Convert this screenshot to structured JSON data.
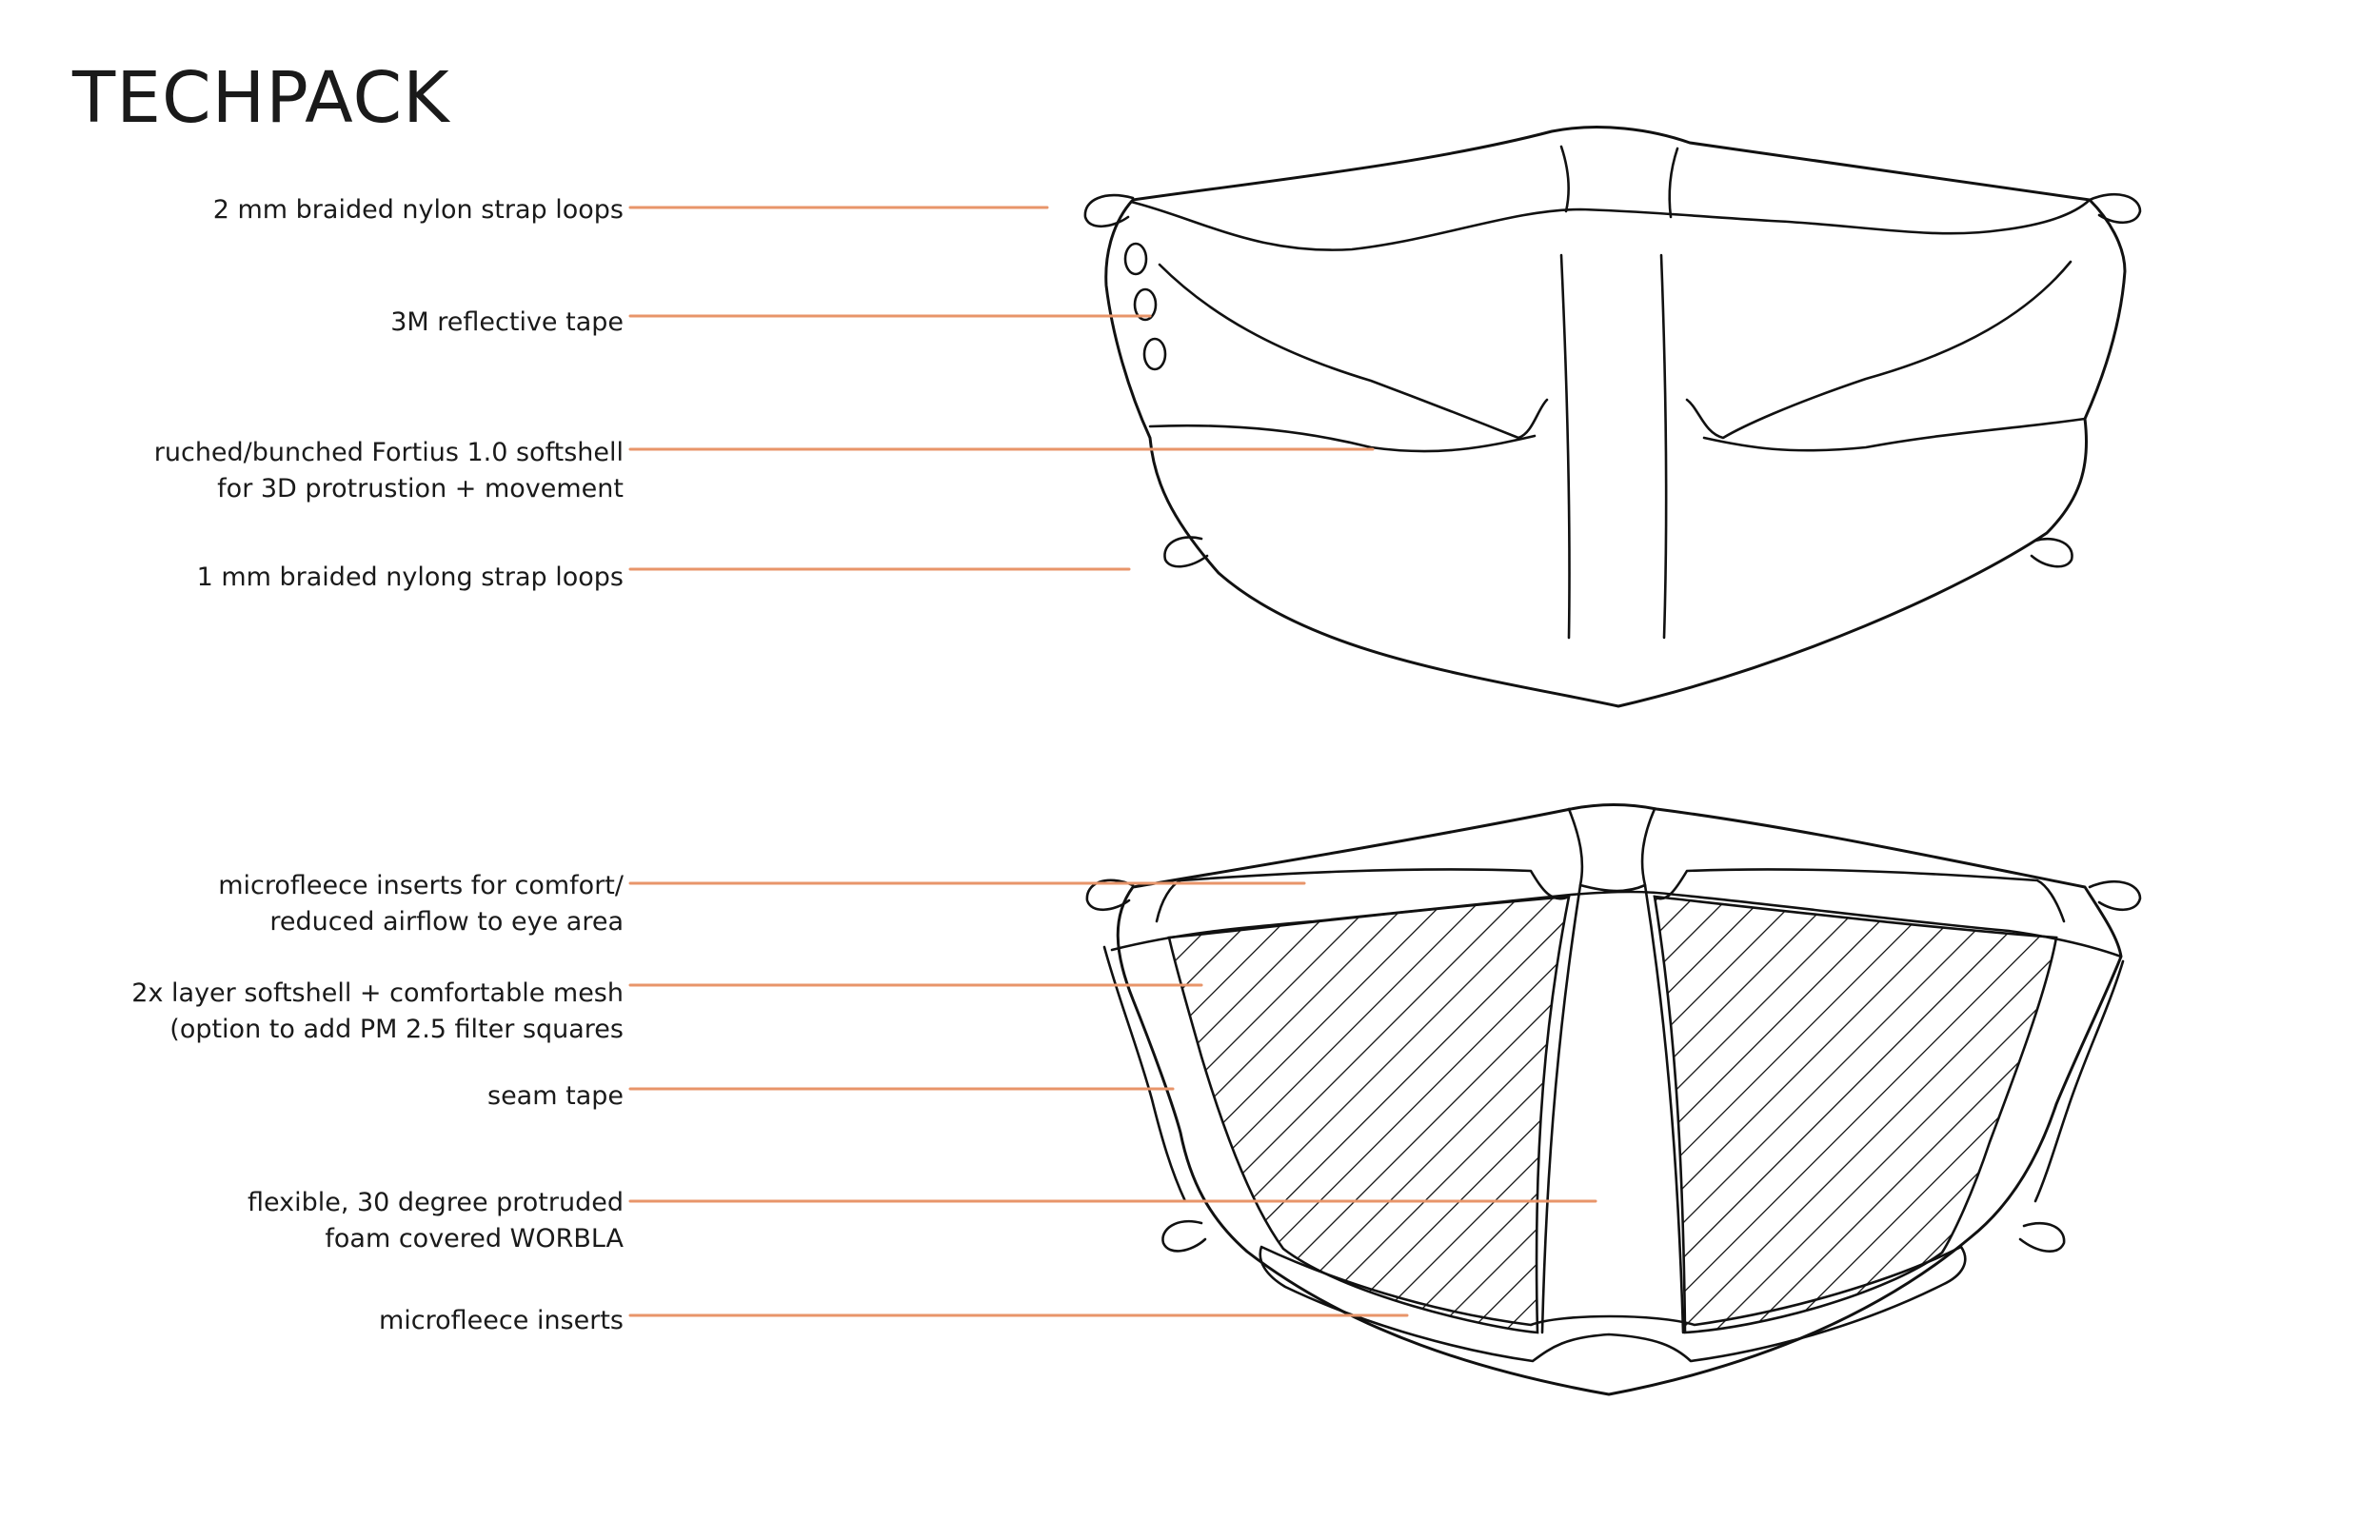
{
  "title": "TECHPACK",
  "colors": {
    "leader": "#e8956a",
    "ink": "#111111"
  },
  "front_view": {
    "callouts": [
      {
        "id": "strap-loops-2mm",
        "lines": [
          "2 mm braided nylon strap loops"
        ]
      },
      {
        "id": "reflective-tape",
        "lines": [
          "3M reflective tape"
        ]
      },
      {
        "id": "softshell",
        "lines": [
          "ruched/bunched Fortius 1.0 softshell",
          "for 3D protrustion + movement"
        ]
      },
      {
        "id": "strap-loops-1mm",
        "lines": [
          "1 mm braided nylong strap loops"
        ]
      }
    ]
  },
  "inner_view": {
    "callouts": [
      {
        "id": "microfleece-eye",
        "lines": [
          "microfleece inserts for comfort/",
          "reduced airflow to eye area"
        ]
      },
      {
        "id": "mesh",
        "lines": [
          "2x layer softshell + comfortable mesh",
          "(option to add PM 2.5 filter squares"
        ]
      },
      {
        "id": "seam-tape",
        "lines": [
          "seam tape"
        ]
      },
      {
        "id": "worbla",
        "lines": [
          "flexible, 30 degree protruded",
          "foam covered WORBLA"
        ]
      },
      {
        "id": "microfleece-chin",
        "lines": [
          "microfleece inserts"
        ]
      }
    ]
  }
}
